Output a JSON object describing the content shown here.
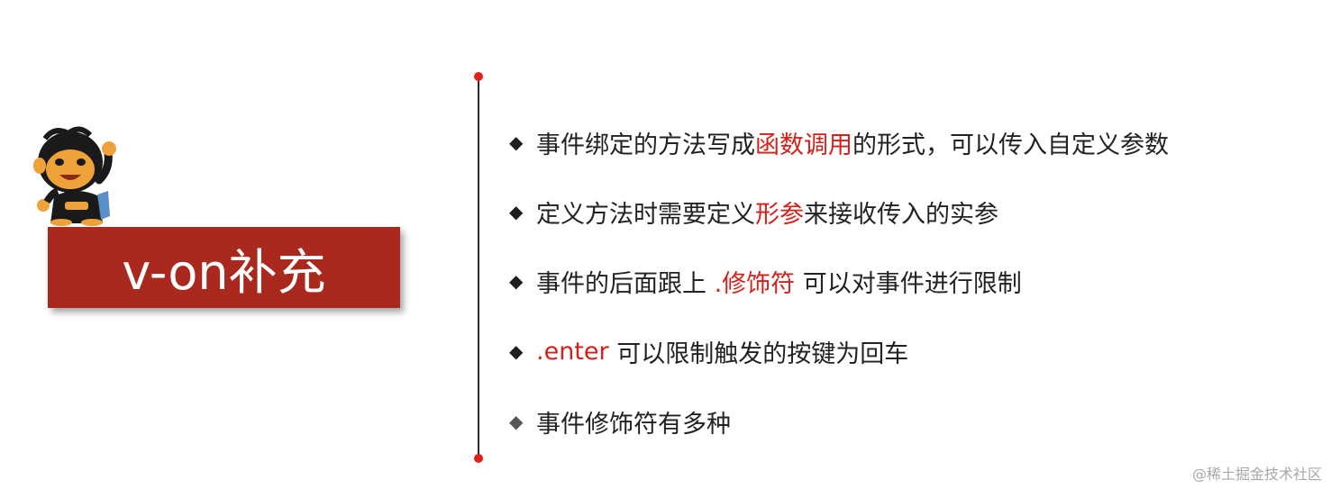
{
  "slide": {
    "title": "v-on补充",
    "colors": {
      "title_bg": "#a9291e",
      "highlight": "#d4211b",
      "timeline_dot": "#e0201c"
    }
  },
  "points": [
    {
      "before": "事件绑定的方法写成",
      "highlight": "函数调用",
      "after": "的形式，可以传入自定义参数"
    },
    {
      "before": "定义方法时需要定义",
      "highlight": "形参",
      "after": "来接收传入的实参"
    },
    {
      "before": "事件的后面跟上 ",
      "highlight": ".修饰符",
      "after": " 可以对事件进行限制"
    },
    {
      "before": "",
      "highlight": ".enter",
      "after": " 可以限制触发的按键为回车"
    },
    {
      "before": "事件修饰符有多种",
      "highlight": "",
      "after": ""
    }
  ],
  "watermark": "@稀土掘金技术社区",
  "icons": {
    "bullet": "diamond-bullet-icon",
    "mascot": "mascot-icon"
  }
}
